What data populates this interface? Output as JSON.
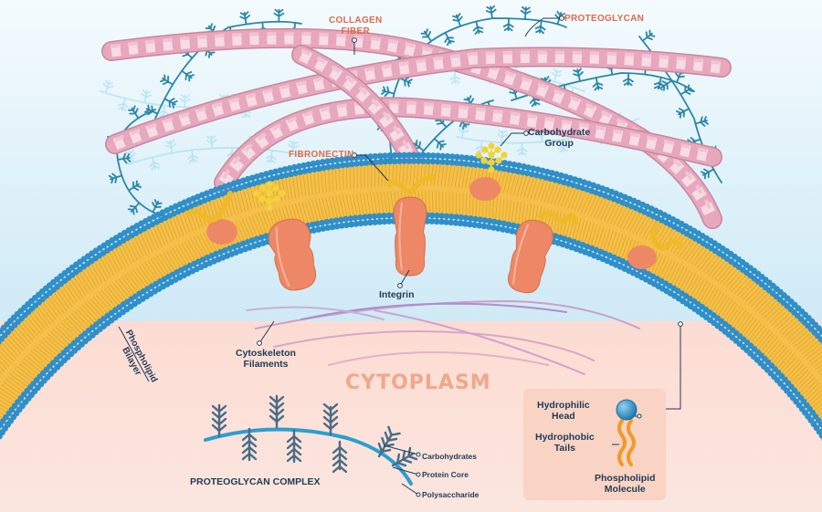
{
  "labels": {
    "collagen_fiber": "COLLAGEN\nFIBER",
    "proteoglycan": "PROTEOGLYCAN",
    "fibronectin": "FIBRONECTIN",
    "carbohydrate_group": "Carbohydrate\nGroup",
    "integrin": "Integrin",
    "cytoskeleton_filaments": "Cytoskeleton\nFilaments",
    "phospholipid_bilayer": "Phospholipid\nBilayer",
    "cytoplasm": "CYTOPLASM",
    "proteoglycan_complex": "PROTEOGLYCAN COMPLEX",
    "carbohydrates": "Carbohydrates",
    "protein_core": "Protein Core",
    "polysaccharide": "Polysaccharide",
    "hydrophilic_head": "Hydrophilic\nHead",
    "hydrophobic_tails": "Hydrophobic\nTails",
    "phospholipid_molecule": "Phospholipid\nMolecule"
  },
  "colors": {
    "sky": "#e4f4fb",
    "cytoplasm_bg": "#fbe0d8",
    "collagen": "#e7a7bd",
    "collagen_stripe": "#f7dbe5",
    "proteoglycan": "#2a86a8",
    "head_blue": "#2f8fc9",
    "tail_yellow": "#f4c04a",
    "protein": "#ee8766",
    "fibronectin": "#f0b92a",
    "label_red": "#e06b4a",
    "label_navy": "#1f3b57"
  }
}
